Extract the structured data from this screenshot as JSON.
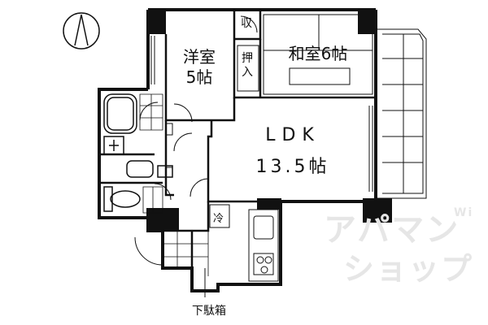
{
  "plan": {
    "rooms": {
      "western": {
        "name": "洋室",
        "size": "5帖"
      },
      "japanese": {
        "name": "和室6帖"
      },
      "ldk": {
        "name": "LDK",
        "size": "13.5帖"
      }
    },
    "labels": {
      "storage": "収",
      "closet": "押入",
      "fridge": "冷",
      "shoe_box": "下駄箱"
    },
    "compass": "north-arrow-icon",
    "watermark": {
      "line1": "アパマン",
      "line2": "ショップ",
      "mark": "Wi"
    }
  }
}
